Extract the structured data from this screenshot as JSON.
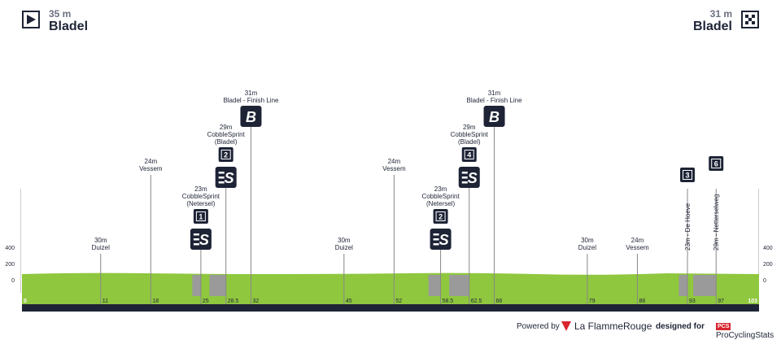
{
  "start": {
    "altitude": "35 m",
    "city": "Bladel",
    "icon": "play-icon"
  },
  "finish": {
    "altitude": "31 m",
    "city": "Bladel",
    "icon": "checkered-flag-icon"
  },
  "total_km": 103,
  "altitude_axis": [
    400,
    200,
    0
  ],
  "km_markers": [
    "0",
    "11",
    "18",
    "25",
    "28.5",
    "32",
    "45",
    "52",
    "58.5",
    "62.5",
    "66",
    "79",
    "86",
    "93",
    "97",
    "103"
  ],
  "sector_segments": [
    [
      23.8,
      25
    ],
    [
      26.2,
      28.5
    ],
    [
      56.8,
      58.5
    ],
    [
      59.7,
      62.5
    ],
    [
      91.8,
      93
    ],
    [
      93.8,
      97
    ]
  ],
  "waypoints": [
    {
      "km": 11,
      "label_lines": [
        "30m",
        "Duizel"
      ]
    },
    {
      "km": 18,
      "label_lines": [
        "24m",
        "Vessem"
      ]
    },
    {
      "km": 25,
      "label_lines": [
        "23m",
        "CobbleSprint",
        "(Netersel)"
      ],
      "badge": "1",
      "icon": "sprint"
    },
    {
      "km": 28.5,
      "label_lines": [
        "29m",
        "CobbleSprint",
        "(Bladel)"
      ],
      "badge": "2",
      "icon": "sprint"
    },
    {
      "km": 32,
      "label_lines": [
        "31m",
        "Bladel - Finish Line"
      ],
      "icon": "bonus"
    },
    {
      "km": 45,
      "label_lines": [
        "30m",
        "Duizel"
      ]
    },
    {
      "km": 52,
      "label_lines": [
        "24m",
        "Vessem"
      ]
    },
    {
      "km": 58.5,
      "label_lines": [
        "23m",
        "CobbleSprint",
        "(Netersel)"
      ],
      "badge": "2",
      "icon": "sprint"
    },
    {
      "km": 62.5,
      "label_lines": [
        "29m",
        "CobbleSprint",
        "(Bladel)"
      ],
      "badge": "4",
      "icon": "sprint"
    },
    {
      "km": 66,
      "label_lines": [
        "31m",
        "Bladel - Finish Line"
      ],
      "icon": "bonus"
    },
    {
      "km": 79,
      "label_lines": [
        "30m",
        "Duizel"
      ]
    },
    {
      "km": 86,
      "label_lines": [
        "24m",
        "Vessem"
      ]
    },
    {
      "km": 93,
      "vertical_label": "23m - De Hoeve",
      "badge": "3"
    },
    {
      "km": 97,
      "vertical_label": "29m - Netterselweg",
      "badge": "6"
    }
  ],
  "bonus_letter": "B",
  "colors": {
    "profile": "#8fc73e",
    "dark": "#1e2436",
    "sector": "#9a9a9a",
    "brand": "#d8262e"
  },
  "footer": {
    "powered": "Powered by",
    "brand": "La FlammeRouge",
    "designed": "designed for",
    "pcs_badge": "PCS",
    "pcs": "ProCyclingStats"
  }
}
